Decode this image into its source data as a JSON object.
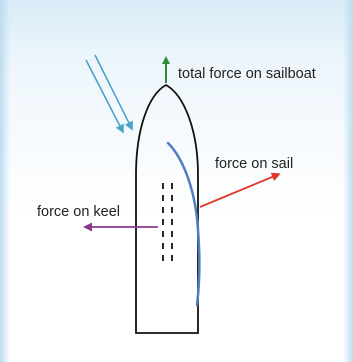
{
  "labels": {
    "total_force": "total force on sailboat",
    "force_on_sail": "force on sail",
    "force_on_keel": "force on keel"
  },
  "colors": {
    "wind": "#4ba3c9",
    "total_force_arrow": "#2e8b3a",
    "sail_force_arrow": "#e0392b",
    "keel_force_arrow": "#8a3a8e",
    "sail": "#4f7fc0",
    "hull": "#111111",
    "keel": "#111111"
  }
}
